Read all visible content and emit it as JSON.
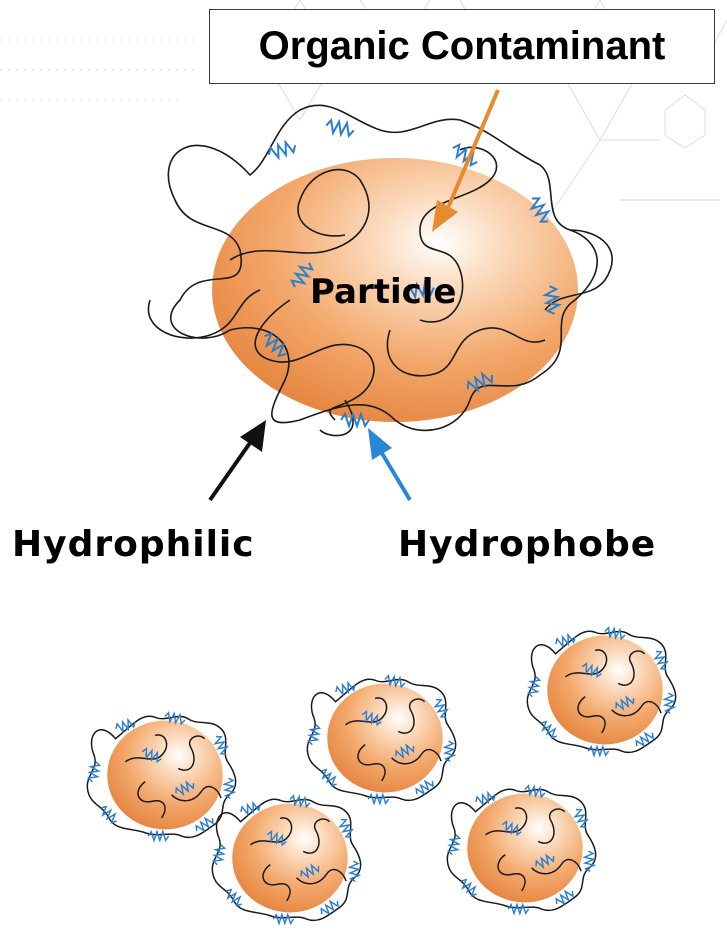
{
  "labels": {
    "contaminant": "Organic Contaminant",
    "particle": "Particle",
    "hydrophilic": "Hydrophilic",
    "hydrophobe": "Hydrophobe"
  },
  "colors": {
    "particle": "#f09a55",
    "chain": "#1a1a1a",
    "hydrophobe_segment": "#2a7fd0",
    "contaminant_arrow": "#e88a2e",
    "hydrophilic_arrow": "#111111",
    "hydrophobe_arrow": "#2a86d8"
  }
}
